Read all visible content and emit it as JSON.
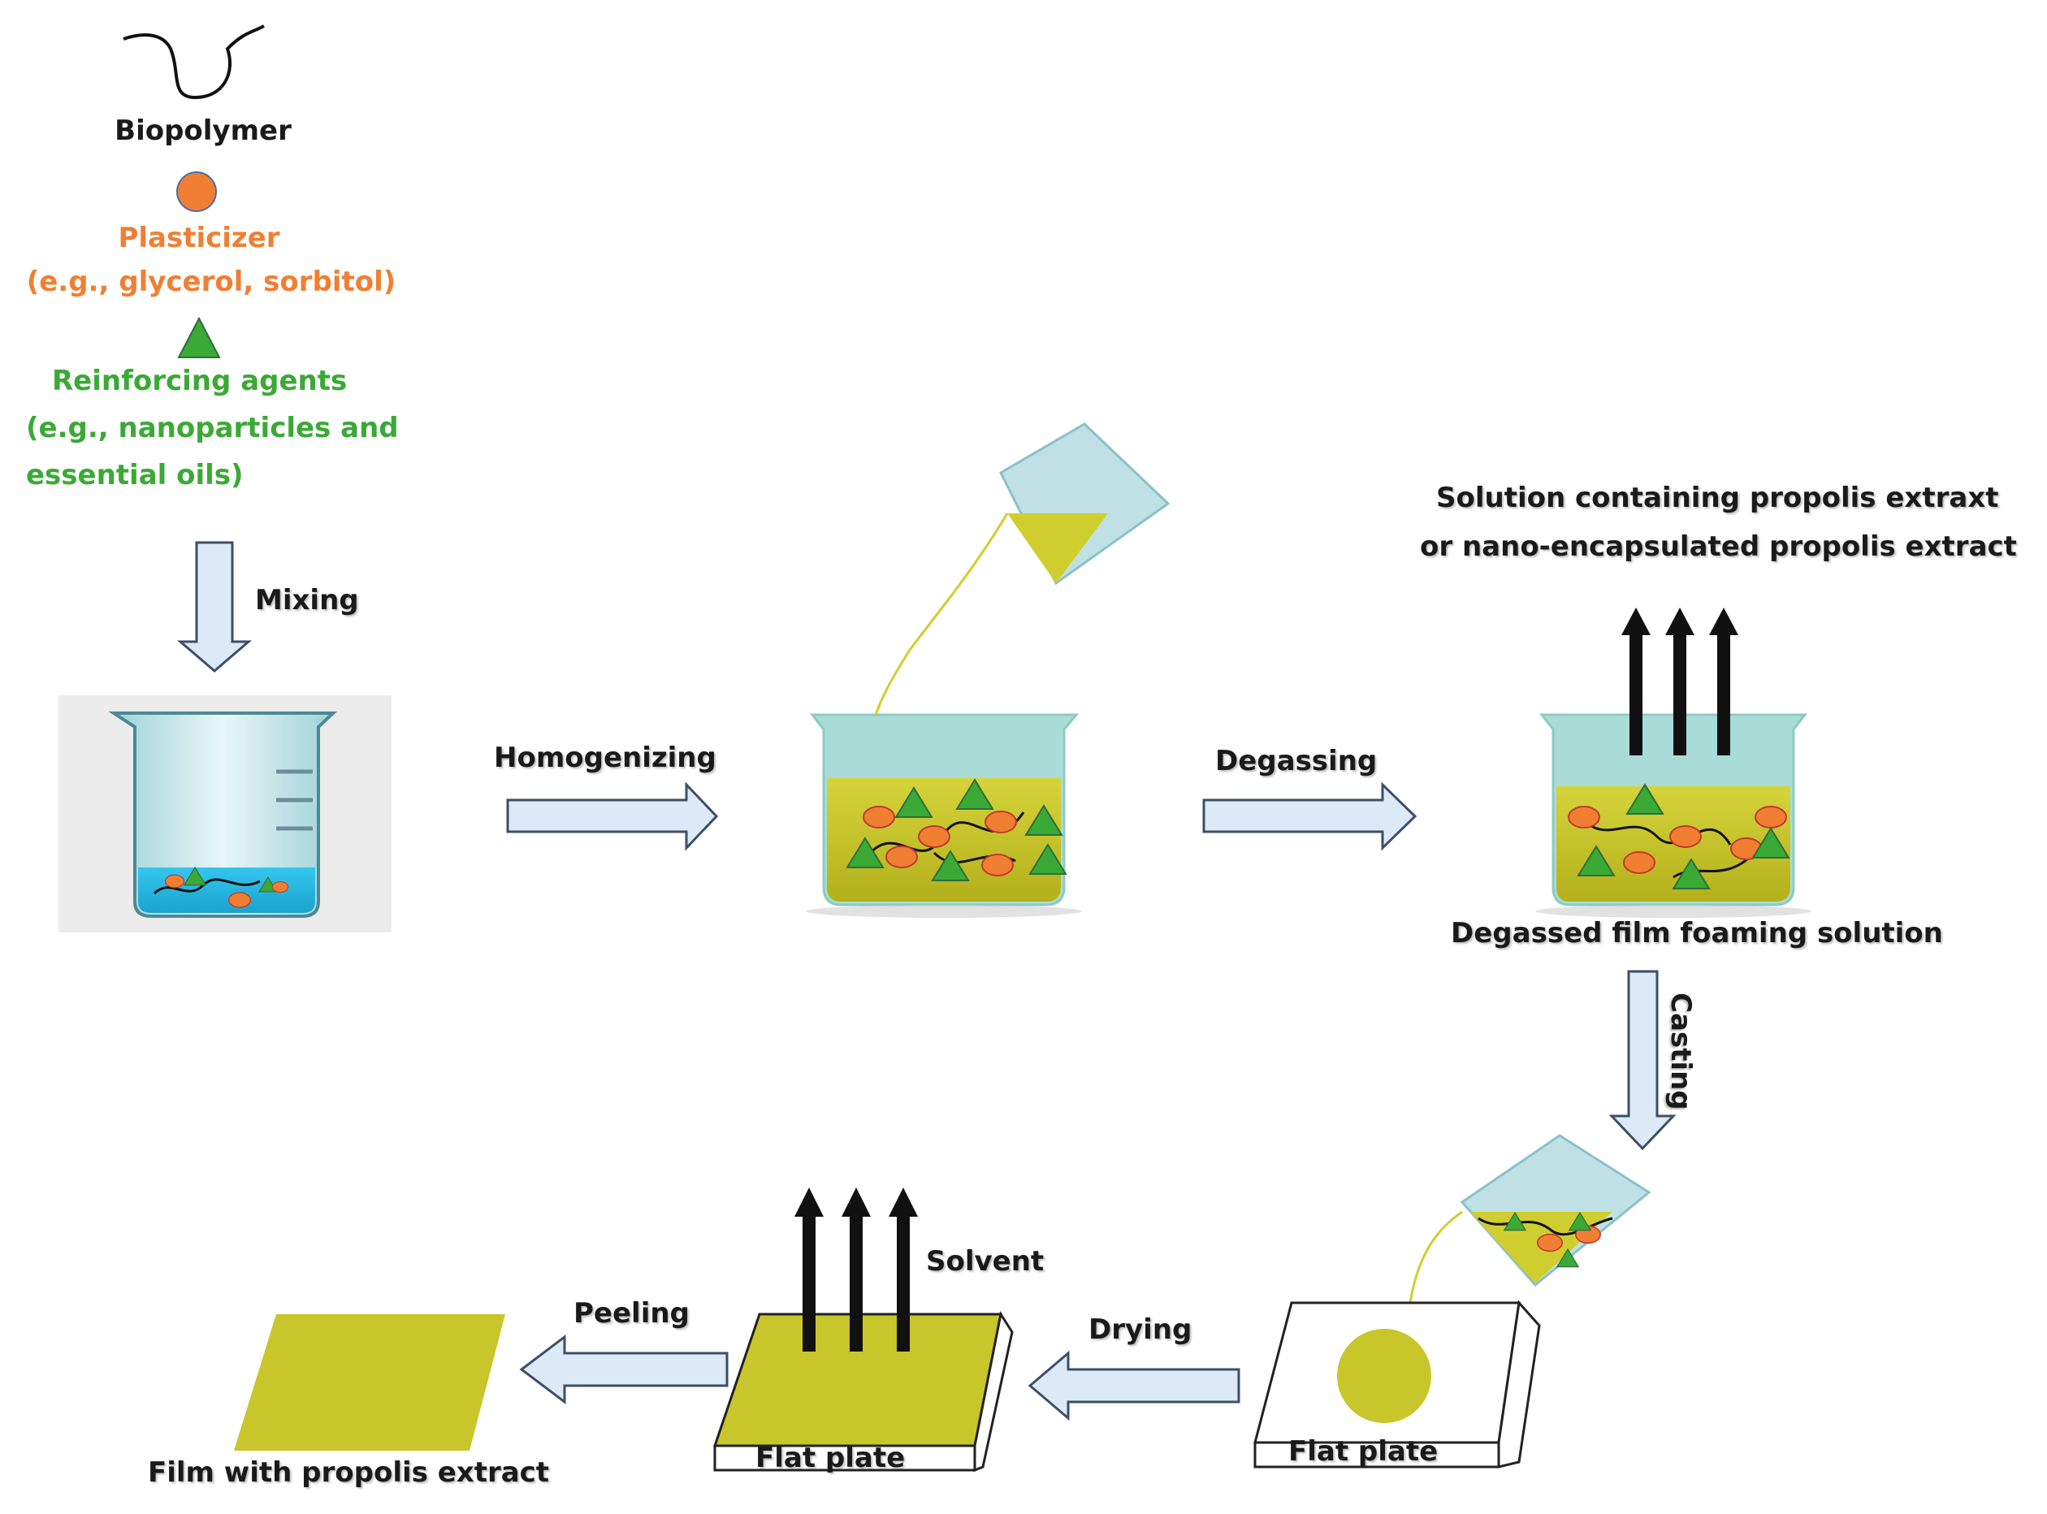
{
  "legend": {
    "biopolymer": "Biopolymer",
    "plasticizer": "Plasticizer",
    "plasticizer_examples": "(e.g., glycerol, sorbitol)",
    "reinforcing": "Reinforcing agents",
    "reinforcing_examples_1": "(e.g., nanoparticles   and",
    "reinforcing_examples_2": "essential oils)"
  },
  "steps": {
    "mixing": "Mixing",
    "homogenizing": "Homogenizing",
    "degassing": "Degassing",
    "casting": "Casting",
    "drying": "Drying",
    "peeling": "Peeling"
  },
  "labels": {
    "propolis_line1": "Solution containing propolis extraxt",
    "propolis_line2": "or nano-encapsulated propolis extract",
    "degassed": "Degassed film foaming solution",
    "solvent": "Solvent",
    "flat_plate_1": "Flat plate",
    "flat_plate_2": "Flat plate",
    "film": "Film with propolis extract"
  },
  "colors": {
    "orange": "#f07f33",
    "green": "#3aa935",
    "solution_yellow": "#c8c62a",
    "water_blue": "#22b5e0",
    "arrow_fill": "#dceaf7",
    "arrow_stroke": "#3d4f66"
  }
}
